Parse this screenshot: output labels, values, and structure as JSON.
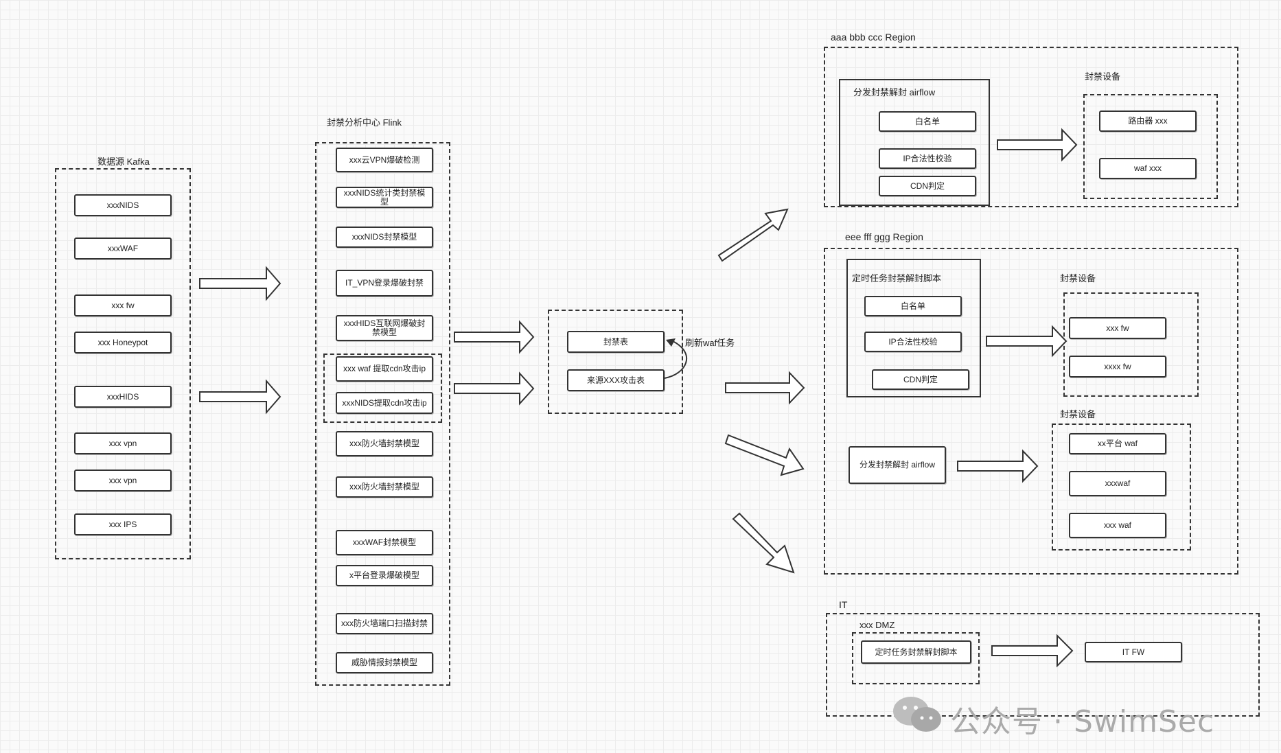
{
  "source": {
    "title": "数据源 Kafka",
    "items": [
      "xxxNIDS",
      "xxxWAF",
      "xxx fw",
      "xxx Honeypot",
      "xxxHIDS",
      "xxx vpn",
      "xxx vpn",
      "xxx IPS"
    ]
  },
  "center": {
    "title": "封禁分析中心 Flink",
    "items": [
      "xxx云VPN爆破检测",
      "xxxNIDS统计类封禁模型",
      "xxxNIDS封禁模型",
      "IT_VPN登录爆破封禁",
      "xxxHIDS互联网爆破封禁模型",
      "xxx waf 提取cdn攻击ip",
      "xxxNIDS提取cdn攻击ip",
      "xxx防火墙封禁模型",
      "xxx防火墙封禁模型",
      "xxxWAF封禁模型",
      "x平台登录爆破模型",
      "xxx防火墙端口扫描封禁",
      "威胁情报封禁模型"
    ]
  },
  "tables": {
    "block_table": "封禁表",
    "source_table": "来源XXX攻击表",
    "refresh_label": "刷新waf任务"
  },
  "region1": {
    "title": "aaa bbb ccc Region",
    "airflow_title": "分发封禁解封 airflow",
    "items": [
      "白名单",
      "IP合法性校验",
      "CDN判定"
    ],
    "device_title": "封禁设备",
    "devices": [
      "路由器 xxx",
      "waf xxx"
    ]
  },
  "region2": {
    "title": "eee fff ggg Region",
    "script_title": "定时任务封禁解封脚本",
    "items": [
      "白名单",
      "IP合法性校验",
      "CDN判定"
    ],
    "device_title_1": "封禁设备",
    "devices_1": [
      "xxx fw",
      "xxxx fw"
    ],
    "airflow": "分发封禁解封 airflow",
    "device_title_2": "封禁设备",
    "devices_2": [
      "xx平台 waf",
      "xxxwaf",
      "xxx waf"
    ]
  },
  "it": {
    "title": "IT",
    "dmz_title": "xxx DMZ",
    "script": "定时任务封禁解封脚本",
    "fw": "IT FW"
  },
  "watermark": "公众号 · SwimSec"
}
